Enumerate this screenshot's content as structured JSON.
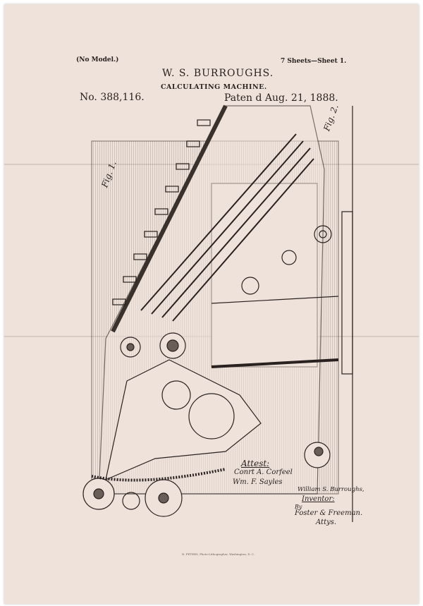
{
  "header": {
    "no_model": "(No Model.)",
    "sheets": "7 Sheets—Sheet 1.",
    "inventor": "W. S. BURROUGHS.",
    "title": "CALCULATING MACHINE.",
    "patent_number": "No. 388,116.",
    "patent_date": "Paten  d Aug. 21, 1888."
  },
  "figures": {
    "fig1": "Fig. 1.",
    "fig2": "Fig. 2."
  },
  "attest": {
    "label": "Attest:",
    "witness1": "Conrt A. Corfeel",
    "witness2": "Wm. F. Sayles"
  },
  "inventor_block": {
    "name": "William S. Burroughs,",
    "role": "Inventor:",
    "by": "By",
    "attorneys": "Foster & Freeman.",
    "atty": "Attys."
  },
  "printer": "N. PETERS, Photo-Lithographer, Washington, D. C.",
  "colors": {
    "paper": "#efe2da",
    "ink": "#2a2220"
  }
}
